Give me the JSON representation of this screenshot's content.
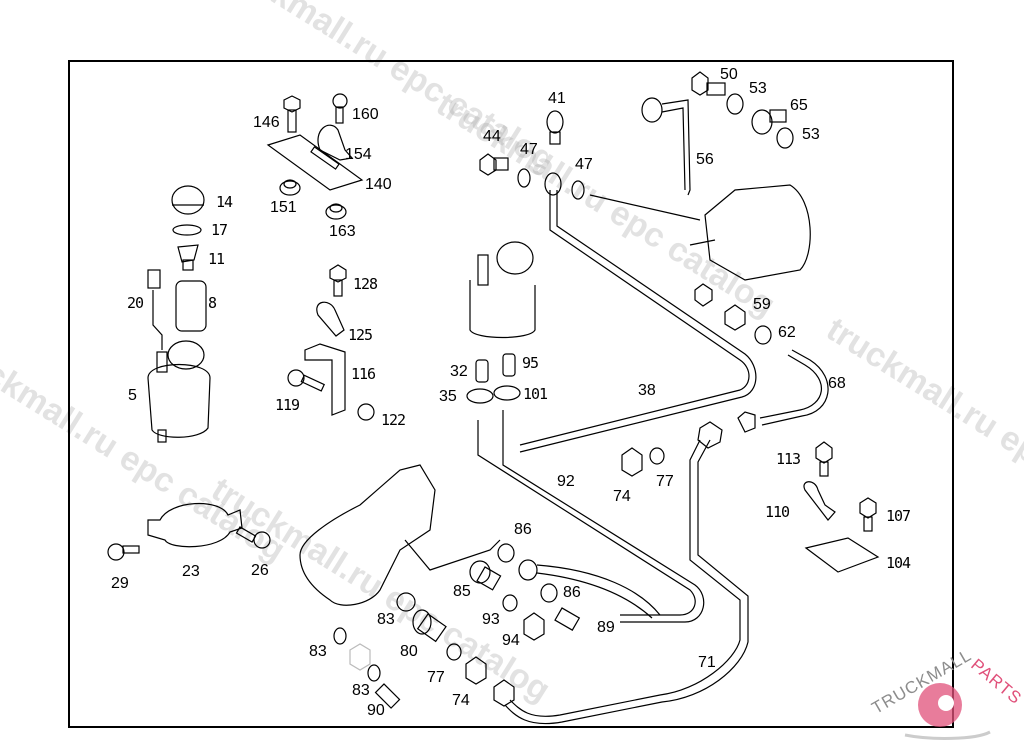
{
  "diagram": {
    "type": "exploded parts diagram",
    "colors": {
      "line": "#000000",
      "watermark": "#b4b4b4",
      "brand_gray": "#8c8c8c",
      "brand_red": "#e0507a"
    }
  },
  "watermarks": [
    "truckmall.ru epc catalog",
    "truckmall.ru epc catalog",
    "truckmall.ru epc catalog",
    "truckmall.ru epc catalog",
    "truckmall.ru epc catalog"
  ],
  "logo": {
    "part1": "TRUCKMALL",
    "part2": "PARTS"
  },
  "callouts": [
    {
      "id": "c146",
      "text": "146"
    },
    {
      "id": "c160",
      "text": "160"
    },
    {
      "id": "c154",
      "text": "154"
    },
    {
      "id": "c140",
      "text": "140"
    },
    {
      "id": "c151",
      "text": "151"
    },
    {
      "id": "c163",
      "text": "163"
    },
    {
      "id": "c14",
      "text": "14"
    },
    {
      "id": "c17",
      "text": "17"
    },
    {
      "id": "c11",
      "text": "11"
    },
    {
      "id": "c20",
      "text": "20"
    },
    {
      "id": "c8",
      "text": "8"
    },
    {
      "id": "c5",
      "text": "5"
    },
    {
      "id": "c128",
      "text": "128"
    },
    {
      "id": "c125",
      "text": "125"
    },
    {
      "id": "c116",
      "text": "116"
    },
    {
      "id": "c119",
      "text": "119"
    },
    {
      "id": "c122",
      "text": "122"
    },
    {
      "id": "c41",
      "text": "41"
    },
    {
      "id": "c44",
      "text": "44"
    },
    {
      "id": "c47a",
      "text": "47"
    },
    {
      "id": "c47b",
      "text": "47"
    },
    {
      "id": "c50",
      "text": "50"
    },
    {
      "id": "c53a",
      "text": "53"
    },
    {
      "id": "c65",
      "text": "65"
    },
    {
      "id": "c53b",
      "text": "53"
    },
    {
      "id": "c56",
      "text": "56"
    },
    {
      "id": "c59",
      "text": "59"
    },
    {
      "id": "c62",
      "text": "62"
    },
    {
      "id": "c68",
      "text": "68"
    },
    {
      "id": "c32",
      "text": "32"
    },
    {
      "id": "c95",
      "text": "95"
    },
    {
      "id": "c35",
      "text": "35"
    },
    {
      "id": "c101",
      "text": "101"
    },
    {
      "id": "c38",
      "text": "38"
    },
    {
      "id": "c92",
      "text": "92"
    },
    {
      "id": "c74a",
      "text": "74"
    },
    {
      "id": "c77a",
      "text": "77"
    },
    {
      "id": "c113",
      "text": "113"
    },
    {
      "id": "c110",
      "text": "110"
    },
    {
      "id": "c107",
      "text": "107"
    },
    {
      "id": "c104",
      "text": "104"
    },
    {
      "id": "c29",
      "text": "29"
    },
    {
      "id": "c23",
      "text": "23"
    },
    {
      "id": "c26",
      "text": "26"
    },
    {
      "id": "c86a",
      "text": "86"
    },
    {
      "id": "c85",
      "text": "85"
    },
    {
      "id": "c86b",
      "text": "86"
    },
    {
      "id": "c93",
      "text": "93"
    },
    {
      "id": "c89",
      "text": "89"
    },
    {
      "id": "c94",
      "text": "94"
    },
    {
      "id": "c83a",
      "text": "83"
    },
    {
      "id": "c83b",
      "text": "83"
    },
    {
      "id": "c80",
      "text": "80"
    },
    {
      "id": "c83c",
      "text": "83"
    },
    {
      "id": "c77b",
      "text": "77"
    },
    {
      "id": "c74b",
      "text": "74"
    },
    {
      "id": "c90",
      "text": "90"
    },
    {
      "id": "c71",
      "text": "71"
    }
  ]
}
